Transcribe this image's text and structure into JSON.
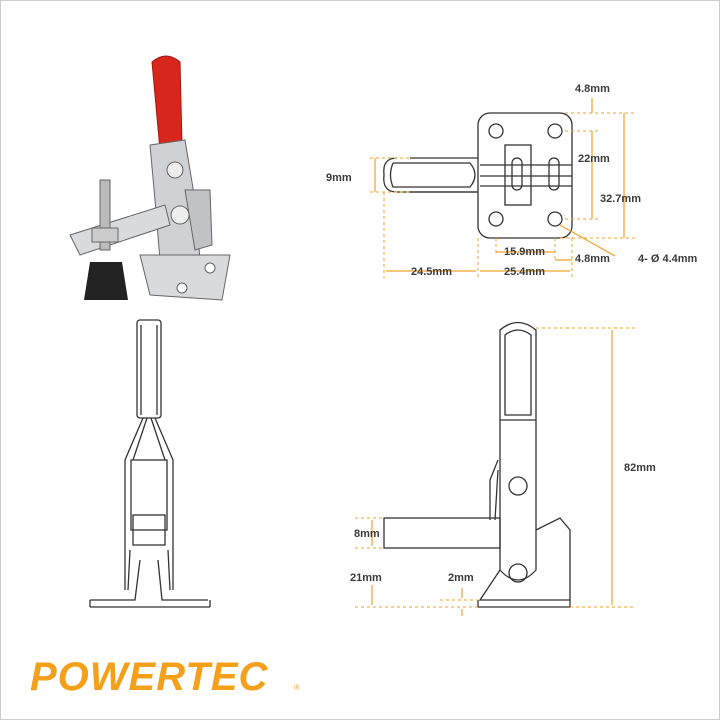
{
  "brand": {
    "name": "POWERTEC",
    "registered_mark": "®",
    "color": "#f5a01a"
  },
  "colors": {
    "dimension": "#f0a22e",
    "line": "#333333",
    "handle": "#d9261c"
  },
  "top_view": {
    "labels": {
      "top_margin": "4.8mm",
      "hole_spacing_v": "22mm",
      "plate_height": "32.7mm",
      "handle_width": "9mm",
      "hole_spacing_h": "15.9mm",
      "side_margin": "4.8mm",
      "holes": "4- Ø 4.4mm",
      "handle_length": "24.5mm",
      "plate_width": "25.4mm"
    }
  },
  "side_view": {
    "labels": {
      "height": "82mm",
      "bar_thickness": "8mm",
      "bar_height": "21mm",
      "base_thickness": "2mm"
    }
  }
}
